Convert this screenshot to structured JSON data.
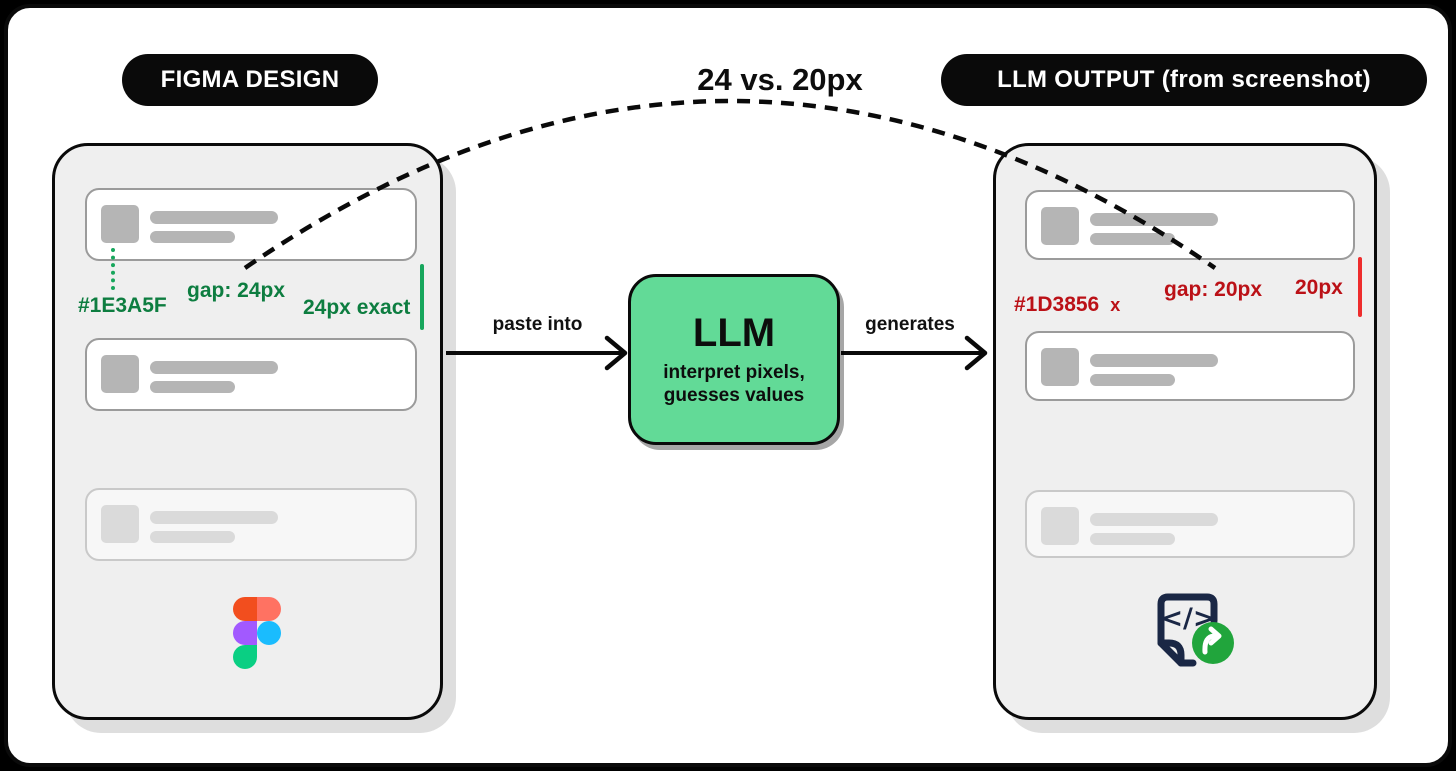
{
  "header": {
    "comparison_title": "24 vs. 20px"
  },
  "figma_panel": {
    "badge": "FIGMA DESIGN",
    "hex_label": "#1E3A5F",
    "gap_label": "gap: 24px",
    "measure_label": "24px exact",
    "annotation_color": "#0d7d40",
    "ruler_color": "#17a65c",
    "icon": "figma-logo"
  },
  "flow": {
    "input_label": "paste into",
    "output_label": "generates",
    "llm_title": "LLM",
    "llm_subtitle": [
      "interpret pixels,",
      "guesses values"
    ],
    "llm_box_color": "#62da97"
  },
  "output_panel": {
    "badge": "LLM OUTPUT (from screenshot)",
    "hex_label": "#1D3856",
    "error_marker": "x",
    "gap_label": "gap: 20px",
    "measure_label": "20px",
    "annotation_color": "#bb1117",
    "ruler_color": "#ee2d2d",
    "icon": "code-file-refresh-icon",
    "icon_code_glyph": "</>"
  }
}
